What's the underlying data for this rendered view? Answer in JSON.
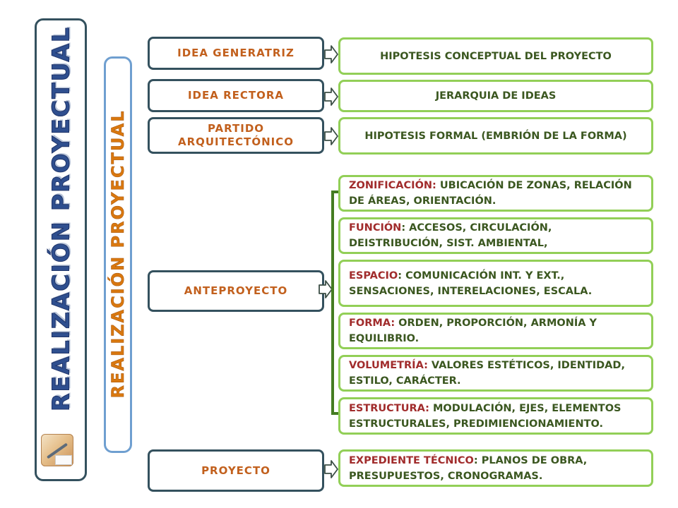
{
  "titles": {
    "outer": "REALIZACIÓN PROYECTUAL",
    "inner": "REALIZACIÓN PROYECTUAL"
  },
  "colors": {
    "dark_border": "#34515e",
    "green_border": "#92cf57",
    "orange_text": "#c2601d",
    "keyword_red": "#a12c2c",
    "green_text": "#3b5720",
    "blue_title": "#2f4f8f"
  },
  "rows": [
    {
      "left": "IDEA GENERATRIZ",
      "right": "HIPOTESIS CONCEPTUAL DEL PROYECTO"
    },
    {
      "left": "IDEA RECTORA",
      "right": "JERARQUIA DE IDEAS"
    },
    {
      "left": "PARTIDO ARQUITECTÓNICO",
      "right": "HIPOTESIS FORMAL (EMBRIÓN DE LA FORMA)"
    }
  ],
  "anteproyecto": {
    "label": "ANTEPROYECTO",
    "items": [
      {
        "key": "ZONIFICACIÓN:",
        "text": " UBICACIÓN DE ZONAS, RELACIÓN DE ÁREAS, ORIENTACIÓN."
      },
      {
        "key": "FUNCIÓN",
        "text": ": ACCESOS, CIRCULACIÓN, DEISTRIBUCIÓN, SIST. AMBIENTAL,"
      },
      {
        "key": "ESPACIO",
        "text": ": COMUNICACIÓN INT. Y EXT., SENSACIONES, INTERELACIONES, ESCALA."
      },
      {
        "key": "FORMA:",
        "text": " ORDEN, PROPORCIÓN, ARMONÍA Y EQUILIBRIO."
      },
      {
        "key": "VOLUMETRÍA:",
        "text": " VALORES ESTÉTICOS, IDENTIDAD, ESTILO, CARÁCTER."
      },
      {
        "key": "ESTRUCTURA:",
        "text": " MODULACIÓN, EJES, ELEMENTOS ESTRUCTURALES, PREDIMIENCIONAMIENTO."
      }
    ]
  },
  "proyecto": {
    "label": "PROYECTO",
    "key": "EXPEDIENTE TÉCNICO",
    "text": ": PLANOS DE OBRA, PRESUPUESTOS, CRONOGRAMAS."
  }
}
